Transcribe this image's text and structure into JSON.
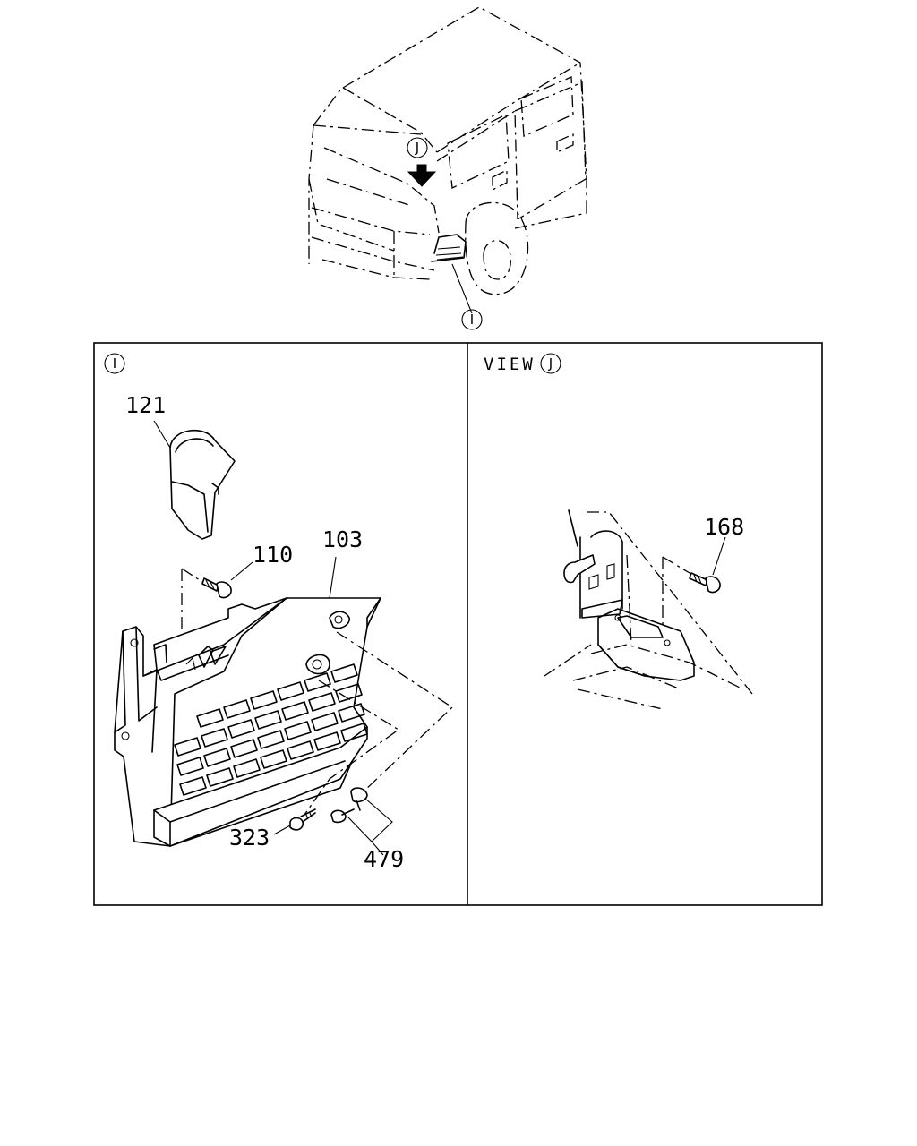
{
  "callouts": {
    "view_i": "I",
    "view_j": "J",
    "panel_left": "I",
    "panel_right_prefix": "VIEW",
    "panel_right": "J"
  },
  "parts": {
    "p121": "121",
    "p110": "110",
    "p103": "103",
    "p323": "323",
    "p479": "479",
    "p168": "168"
  }
}
